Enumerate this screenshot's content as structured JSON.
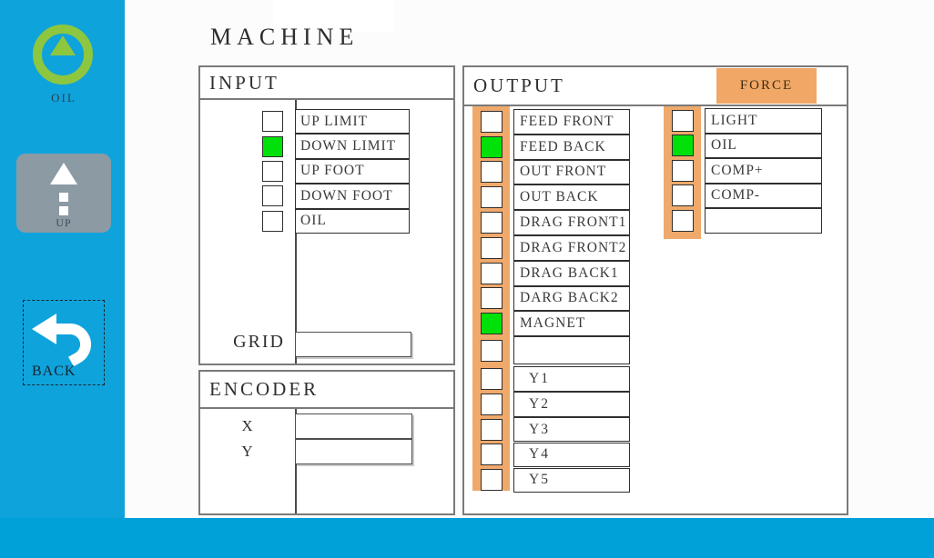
{
  "title": "MACHINE",
  "colors": {
    "sidebar_cyan": "#0fa3dc",
    "bottombar_cyan": "#00a0d9",
    "indicator_on_green": "#00e109",
    "force_orange": "#f1a765",
    "strip_orange": "#efa96b",
    "oil_icon_green": "#8dc63f",
    "up_button_gray": "#8c9aa4"
  },
  "sidebar": {
    "oil_button": {
      "label": "OIL"
    },
    "up_button": {
      "label": "UP"
    },
    "back_button": {
      "label": "BACK"
    }
  },
  "input_panel": {
    "title": "INPUT",
    "rows": [
      {
        "label": "UP LIMIT",
        "on": false
      },
      {
        "label": "DOWN LIMIT",
        "on": true
      },
      {
        "label": "UP FOOT",
        "on": false
      },
      {
        "label": "DOWN FOOT",
        "on": false
      },
      {
        "label": "OIL",
        "on": false
      }
    ],
    "grid_label": "GRID",
    "grid_value": ""
  },
  "encoder_panel": {
    "title": "ENCODER",
    "x_label": "X",
    "x_value": "",
    "y_label": "Y",
    "y_value": ""
  },
  "output_panel": {
    "title": "OUTPUT",
    "force_label": "FORCE",
    "col1_rows": [
      {
        "label": "FEED FRONT",
        "on": false
      },
      {
        "label": "FEED BACK",
        "on": true
      },
      {
        "label": "OUT FRONT",
        "on": false
      },
      {
        "label": "OUT BACK",
        "on": false
      },
      {
        "label": "DRAG FRONT1",
        "on": false
      },
      {
        "label": "DRAG FRONT2",
        "on": false
      },
      {
        "label": "DRAG BACK1",
        "on": false
      },
      {
        "label": "DARG BACK2",
        "on": false
      },
      {
        "label": "MAGNET",
        "on": true
      },
      {
        "label": "",
        "on": false,
        "tall": true
      },
      {
        "label": "Y1",
        "on": false,
        "gap": true,
        "indent": true
      },
      {
        "label": "Y2",
        "on": false,
        "indent": true
      },
      {
        "label": "Y3",
        "on": false,
        "indent": true
      },
      {
        "label": "Y4",
        "on": false,
        "indent": true
      },
      {
        "label": "Y5",
        "on": false,
        "indent": true
      }
    ],
    "col2_rows": [
      {
        "label": "LIGHT",
        "on": false
      },
      {
        "label": "OIL",
        "on": true
      },
      {
        "label": "COMP+",
        "on": false
      },
      {
        "label": "COMP-",
        "on": false
      },
      {
        "label": "",
        "on": false
      }
    ]
  }
}
